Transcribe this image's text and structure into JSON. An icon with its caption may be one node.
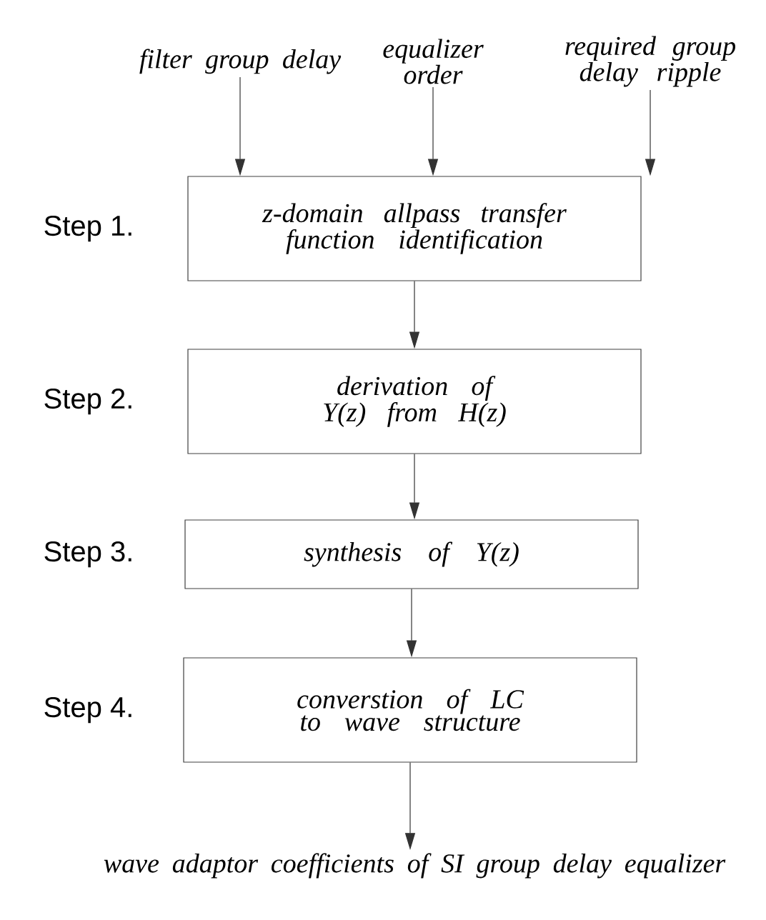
{
  "diagram": {
    "nodes": [
      {
        "text": [
          "filter group delay"
        ]
      },
      {
        "text": [
          "equalizer order"
        ]
      },
      {
        "text": [
          "required group delay ripple"
        ]
      },
      {
        "text": [
          "z-domain allpass transfer function identification"
        ],
        "beside": [
          "Step 1."
        ]
      },
      {
        "text": [
          "derivation of Y(z) from H(z)"
        ],
        "beside": [
          "Step 2."
        ]
      },
      {
        "text": [
          "synthesis of Y(z)"
        ],
        "beside": [
          "Step 3."
        ]
      },
      {
        "text": [
          "converstion  of LC to wave structure"
        ],
        "beside": [
          "Step 4."
        ]
      },
      {
        "text": [
          "wave adaptor coefficients of SI group delay equalizer"
        ]
      }
    ],
    "edges": [
      {
        "from": 0,
        "to": 3,
        "arrow": "to"
      },
      {
        "from": 1,
        "to": 3,
        "arrow": "to"
      },
      {
        "from": 2,
        "to": 3,
        "arrow": "to"
      },
      {
        "from": 3,
        "to": 4,
        "arrow": "to"
      },
      {
        "from": 4,
        "to": 5,
        "arrow": "to"
      },
      {
        "from": 5,
        "to": 6,
        "arrow": "to"
      },
      {
        "from": 6,
        "to": 7,
        "arrow": "to"
      }
    ]
  }
}
